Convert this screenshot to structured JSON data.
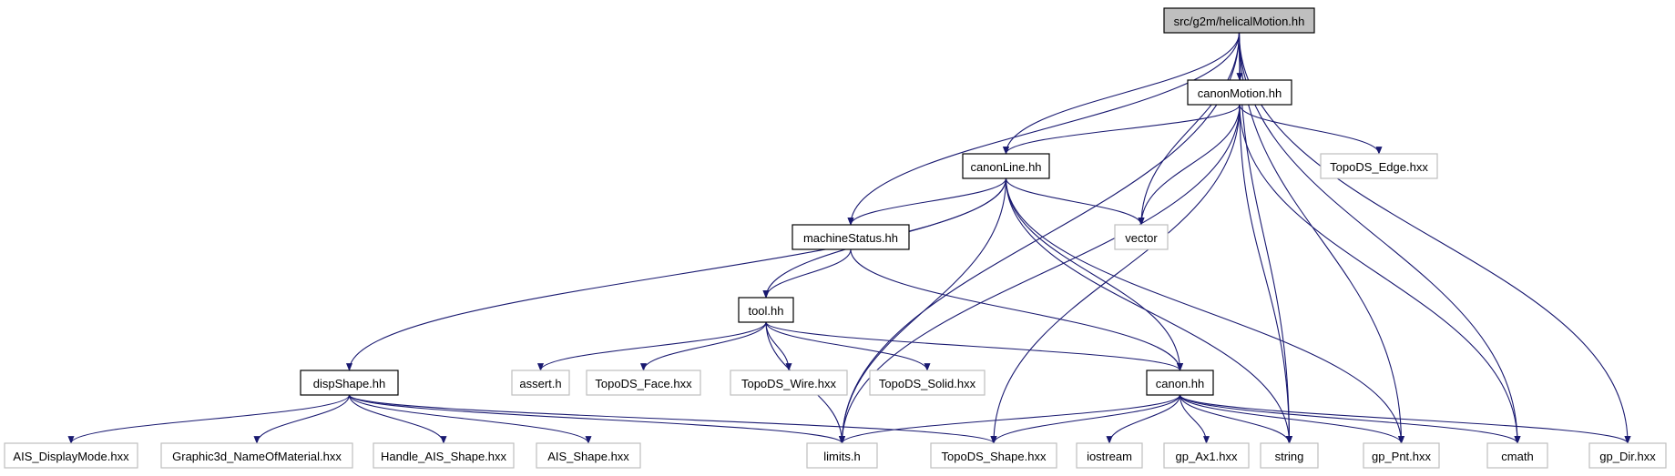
{
  "nodes": [
    {
      "id": "root",
      "label": "src/g2m/helicalMotion.hh",
      "kind": "root"
    },
    {
      "id": "canonMotion",
      "label": "canonMotion.hh",
      "kind": "file"
    },
    {
      "id": "canonLine",
      "label": "canonLine.hh",
      "kind": "file"
    },
    {
      "id": "TopoDS_Edge",
      "label": "TopoDS_Edge.hxx",
      "kind": "external"
    },
    {
      "id": "vector",
      "label": "vector",
      "kind": "external"
    },
    {
      "id": "machineStatus",
      "label": "machineStatus.hh",
      "kind": "file"
    },
    {
      "id": "tool",
      "label": "tool.hh",
      "kind": "file"
    },
    {
      "id": "dispShape",
      "label": "dispShape.hh",
      "kind": "file"
    },
    {
      "id": "assert",
      "label": "assert.h",
      "kind": "external"
    },
    {
      "id": "TopoDS_Face",
      "label": "TopoDS_Face.hxx",
      "kind": "external"
    },
    {
      "id": "TopoDS_Wire",
      "label": "TopoDS_Wire.hxx",
      "kind": "external"
    },
    {
      "id": "TopoDS_Solid",
      "label": "TopoDS_Solid.hxx",
      "kind": "external"
    },
    {
      "id": "canon",
      "label": "canon.hh",
      "kind": "file"
    },
    {
      "id": "AIS_DisplayMode",
      "label": "AIS_DisplayMode.hxx",
      "kind": "external"
    },
    {
      "id": "Graphic3d",
      "label": "Graphic3d_NameOfMaterial.hxx",
      "kind": "external"
    },
    {
      "id": "Handle_AIS",
      "label": "Handle_AIS_Shape.hxx",
      "kind": "external"
    },
    {
      "id": "AIS_Shape",
      "label": "AIS_Shape.hxx",
      "kind": "external"
    },
    {
      "id": "limits",
      "label": "limits.h",
      "kind": "external"
    },
    {
      "id": "TopoDS_Shape",
      "label": "TopoDS_Shape.hxx",
      "kind": "external"
    },
    {
      "id": "iostream",
      "label": "iostream",
      "kind": "external"
    },
    {
      "id": "gp_Ax1",
      "label": "gp_Ax1.hxx",
      "kind": "external"
    },
    {
      "id": "string",
      "label": "string",
      "kind": "external"
    },
    {
      "id": "gp_Pnt",
      "label": "gp_Pnt.hxx",
      "kind": "external"
    },
    {
      "id": "cmath",
      "label": "cmath",
      "kind": "external"
    },
    {
      "id": "gp_Dir",
      "label": "gp_Dir.hxx",
      "kind": "external"
    }
  ],
  "edges": [
    [
      "root",
      "canonMotion"
    ],
    [
      "root",
      "canonLine"
    ],
    [
      "root",
      "machineStatus"
    ],
    [
      "root",
      "vector"
    ],
    [
      "root",
      "limits"
    ],
    [
      "root",
      "string"
    ],
    [
      "root",
      "gp_Pnt"
    ],
    [
      "root",
      "cmath"
    ],
    [
      "root",
      "gp_Dir"
    ],
    [
      "canonMotion",
      "canonLine"
    ],
    [
      "canonMotion",
      "TopoDS_Edge"
    ],
    [
      "canonMotion",
      "vector"
    ],
    [
      "canonMotion",
      "limits"
    ],
    [
      "canonMotion",
      "TopoDS_Shape"
    ],
    [
      "canonMotion",
      "string"
    ],
    [
      "canonMotion",
      "cmath"
    ],
    [
      "canonLine",
      "machineStatus"
    ],
    [
      "canonLine",
      "vector"
    ],
    [
      "canonLine",
      "tool"
    ],
    [
      "canonLine",
      "dispShape"
    ],
    [
      "canonLine",
      "canon"
    ],
    [
      "canonLine",
      "limits"
    ],
    [
      "canonLine",
      "string"
    ],
    [
      "canonLine",
      "gp_Pnt"
    ],
    [
      "machineStatus",
      "tool"
    ],
    [
      "machineStatus",
      "canon"
    ],
    [
      "tool",
      "assert"
    ],
    [
      "tool",
      "TopoDS_Face"
    ],
    [
      "tool",
      "TopoDS_Wire"
    ],
    [
      "tool",
      "TopoDS_Solid"
    ],
    [
      "tool",
      "canon"
    ],
    [
      "tool",
      "limits"
    ],
    [
      "dispShape",
      "AIS_DisplayMode"
    ],
    [
      "dispShape",
      "Graphic3d"
    ],
    [
      "dispShape",
      "Handle_AIS"
    ],
    [
      "dispShape",
      "AIS_Shape"
    ],
    [
      "dispShape",
      "limits"
    ],
    [
      "dispShape",
      "TopoDS_Shape"
    ],
    [
      "canon",
      "limits"
    ],
    [
      "canon",
      "TopoDS_Shape"
    ],
    [
      "canon",
      "iostream"
    ],
    [
      "canon",
      "gp_Ax1"
    ],
    [
      "canon",
      "string"
    ],
    [
      "canon",
      "gp_Pnt"
    ],
    [
      "canon",
      "cmath"
    ],
    [
      "canon",
      "gp_Dir"
    ]
  ],
  "colors": {
    "edge": "#191970",
    "root_fill": "#bfbfbf",
    "external_border": "#bfbfbf",
    "file_border": "#000000"
  }
}
